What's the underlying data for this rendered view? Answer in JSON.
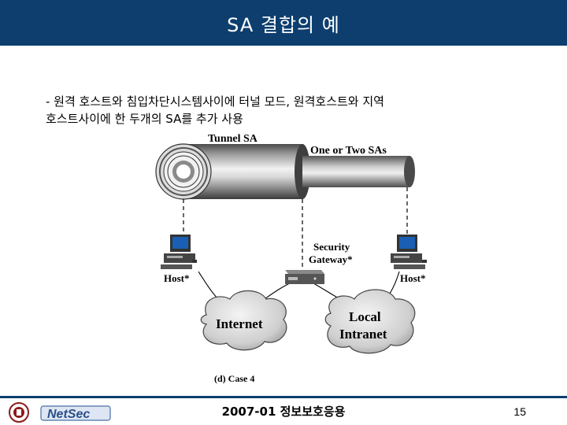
{
  "slide": {
    "title": "SA 결합의 예",
    "bullet_line1": "- 원격 호스트와 침입차단시스템사이에 터널 모드, 원격호스트와 지역",
    "bullet_line2": "호스트사이에 한 두개의 SA를 추가 사용",
    "footer": "2007-01 정보보호응용",
    "page_number": "15"
  },
  "diagram": {
    "tunnel_label": "Tunnel SA",
    "inner_label": "One or Two SAs",
    "gateway_label_line1": "Security",
    "gateway_label_line2": "Gateway*",
    "host_left_label": "Host*",
    "host_right_label": "Host*",
    "cloud_left_label": "Internet",
    "cloud_right_label_line1": "Local",
    "cloud_right_label_line2": "Intranet",
    "caption": "(d) Case 4"
  },
  "logo": {
    "brand_text": "NetSec"
  },
  "colors": {
    "title_bar": "#0d3e6e",
    "tube_dark": "#555555",
    "tube_light": "#e6e6e6"
  }
}
